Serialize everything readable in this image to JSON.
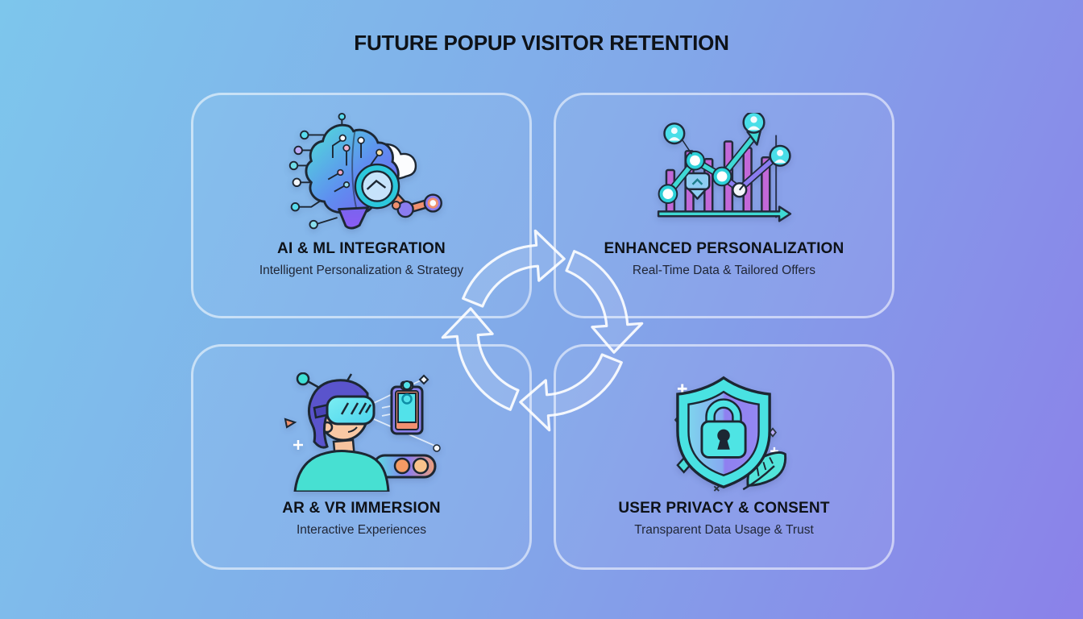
{
  "title": "FUTURE POPUP VISITOR RETENTION",
  "theme": {
    "bg-start": "#7dc6ec",
    "bg-mid": "#82a8e9",
    "bg-end": "#8b81e9",
    "ink": "#1d2733",
    "heading": "#0e1218",
    "subtext": "#202636",
    "card-border": "rgba(255,255,255,0.55)",
    "card-fill": "rgba(255,255,255,0.05)",
    "arrow": "rgba(255,255,255,0.9)",
    "teal": "#3fd9d4",
    "purple": "#8a7cf0",
    "pink": "#c268d8",
    "salmon": "#f0906e"
  },
  "cards": [
    {
      "id": "ai-ml-integration",
      "title": "AI & ML INTEGRATION",
      "subtitle": "Intelligent Personalization & Strategy",
      "icon": "ai-brain-circuit-icon"
    },
    {
      "id": "enhanced-personalization",
      "title": "ENHANCED PERSONALIZATION",
      "subtitle": "Real-Time Data & Tailored Offers",
      "icon": "growth-chart-users-icon"
    },
    {
      "id": "ar-vr-immersion",
      "title": "AR & VR IMMERSION",
      "subtitle": "Interactive Experiences",
      "icon": "vr-headset-person-icon"
    },
    {
      "id": "user-privacy-consent",
      "title": "USER PRIVACY & CONSENT",
      "subtitle": "Transparent Data Usage & Trust",
      "icon": "shield-lock-leaf-icon"
    }
  ],
  "center": {
    "icon": "cycle-arrows-icon"
  }
}
